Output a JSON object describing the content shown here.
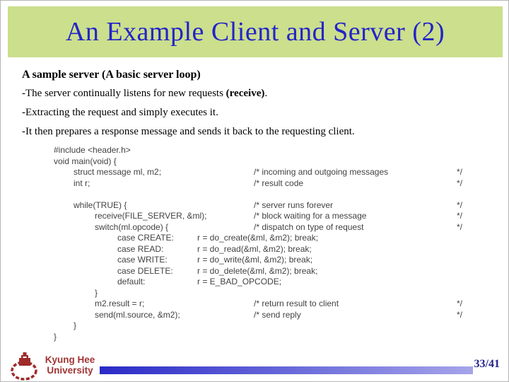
{
  "title": "An Example Client and Server (2)",
  "heading": "A sample server (A basic server loop)",
  "bullets": [
    {
      "text_before": "-The server continually listens for new requests ",
      "bold_text": "(receive)",
      "text_after": "."
    },
    {
      "text_before": "-Extracting the request and simply executes it.",
      "bold_text": "",
      "text_after": ""
    },
    {
      "text_before": "-It then prepares a response message and sends it back to the requesting client.",
      "bold_text": "",
      "text_after": ""
    }
  ],
  "code": {
    "comment_close": "*/",
    "lines": [
      {
        "indent": 0,
        "text": "#include <header.h>"
      },
      {
        "indent": 0,
        "text": "void main(void) {"
      },
      {
        "indent": 1,
        "text": "struct message ml, m2;",
        "comment": "/* incoming and outgoing messages"
      },
      {
        "indent": 1,
        "text": "int r;",
        "comment": "/* result code"
      },
      {
        "indent": 0,
        "text": ""
      },
      {
        "indent": 1,
        "text": "while(TRUE) {",
        "comment": "/* server runs forever"
      },
      {
        "indent": 2,
        "text": "receive(FILE_SERVER, &ml);",
        "comment": "/* block waiting for a message"
      },
      {
        "indent": 2,
        "text": "switch(ml.opcode) {",
        "comment": "/* dispatch on type of request"
      },
      {
        "indent": 3,
        "text": "case CREATE:",
        "action": "r = do_create(&ml, &m2); break;"
      },
      {
        "indent": 3,
        "text": "case READ:",
        "action": "r = do_read(&ml, &m2); break;"
      },
      {
        "indent": 3,
        "text": "case WRITE:",
        "action": "r = do_write(&ml, &m2); break;"
      },
      {
        "indent": 3,
        "text": "case DELETE:",
        "action": "r = do_delete(&ml, &m2); break;"
      },
      {
        "indent": 3,
        "text": "default:",
        "action": "r = E_BAD_OPCODE;"
      },
      {
        "indent": 2,
        "text": "}"
      },
      {
        "indent": 2,
        "text": "m2.result = r;",
        "comment": "/* return result to client"
      },
      {
        "indent": 2,
        "text": "send(ml.source, &m2);",
        "comment": "/* send reply"
      },
      {
        "indent": 1,
        "text": "}"
      },
      {
        "indent": 0,
        "text": "}"
      }
    ]
  },
  "footer": {
    "university_line1": "Kyung Hee",
    "university_line2": "University",
    "page_number": "33/41"
  },
  "colors": {
    "banner_bg": "#cbdf8d",
    "title_text": "#2424c8",
    "brand_maroon": "#a23434",
    "bar_dark": "#2a2ac8",
    "bar_light": "#a5a5ea",
    "page_number_blue": "#22228f"
  }
}
